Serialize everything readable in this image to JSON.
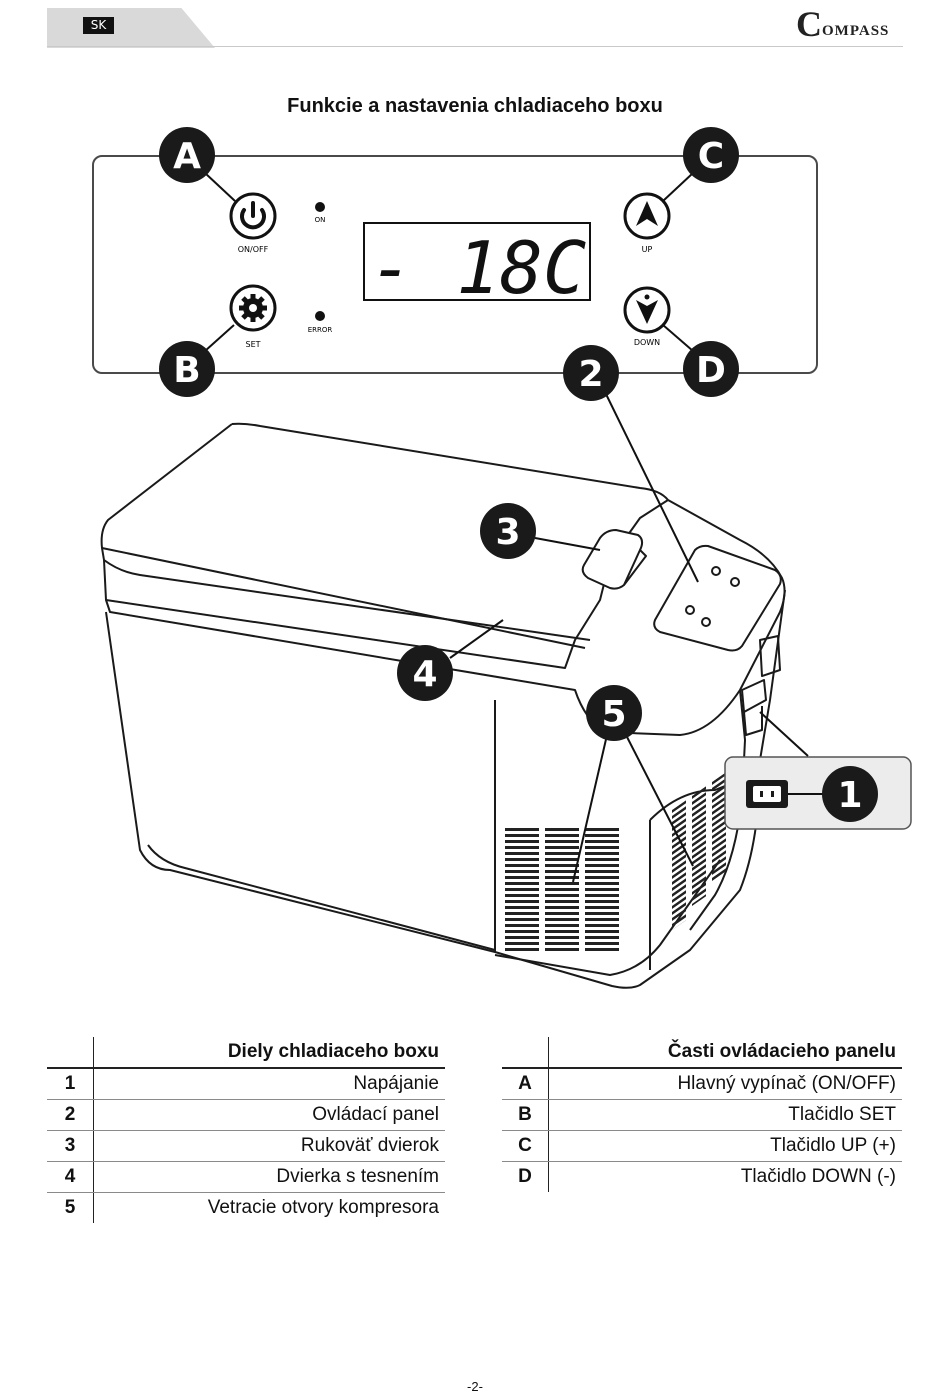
{
  "header": {
    "language_code": "SK",
    "brand_initial": "C",
    "brand_rest": "OMPASS"
  },
  "title": "Funkcie a nastavenia chladiaceho boxu",
  "control_panel": {
    "display": "- 18C",
    "labels": {
      "on_off": "ON/OFF",
      "set": "SET",
      "on": "ON",
      "error": "ERROR",
      "up": "UP",
      "down": "DOWN"
    },
    "callouts": {
      "a": "A",
      "b": "B",
      "c": "C",
      "d": "D"
    }
  },
  "diagram_callouts": {
    "n1": "1",
    "n2": "2",
    "n3": "3",
    "n4": "4",
    "n5": "5"
  },
  "parts_table": {
    "heading": "Diely chladiaceho boxu",
    "rows": [
      {
        "id": "1",
        "label": "Napájanie"
      },
      {
        "id": "2",
        "label": "Ovládací panel"
      },
      {
        "id": "3",
        "label": "Rukoväť dvierok"
      },
      {
        "id": "4",
        "label": "Dvierka s tesnením"
      },
      {
        "id": "5",
        "label": "Vetracie otvory kompresora"
      }
    ]
  },
  "panel_table": {
    "heading": "Časti ovládacieho panelu",
    "rows": [
      {
        "id": "A",
        "label": "Hlavný vypínač (ON/OFF)"
      },
      {
        "id": "B",
        "label": "Tlačidlo SET"
      },
      {
        "id": "C",
        "label": "Tlačidlo UP (+)"
      },
      {
        "id": "D",
        "label": "Tlačidlo DOWN (-)"
      }
    ]
  },
  "page_number": "-2-"
}
